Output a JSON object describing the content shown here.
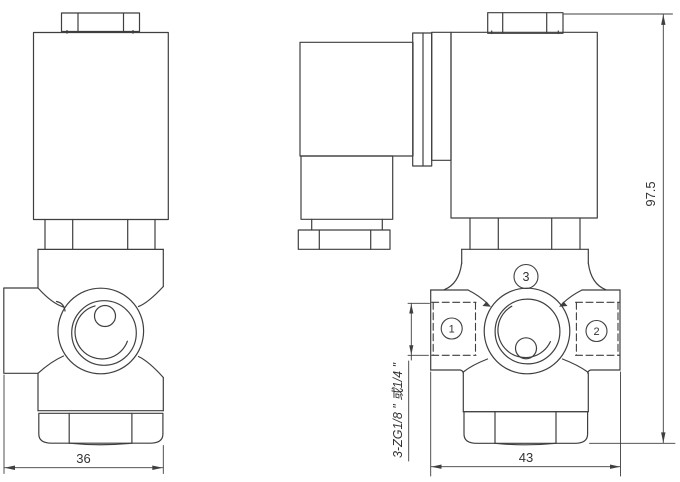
{
  "title": "solenoid-valve-two-view-technical-drawing",
  "colors": {
    "line": "#3f3f3f",
    "text": "#333333",
    "background": "#ffffff"
  },
  "front_view": {
    "width_dim": "36"
  },
  "side_view": {
    "width_dim": "43",
    "height_dim": "97.5",
    "thread_note": "3-ZG1/8 \" 或1/4 \"",
    "port_labels": {
      "p1": "1",
      "p2": "2",
      "p3": "3"
    }
  }
}
